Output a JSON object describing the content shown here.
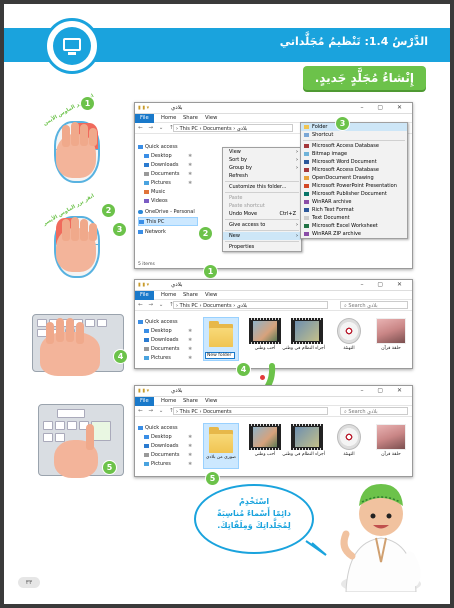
{
  "header": {
    "lesson_title": "الدَّرْسُ 1.4: تَنْظيمُ مُجَلَّداتي",
    "section_title": "إِنْشاءُ مُجَلَّدٍ جَديدٍ."
  },
  "hints": {
    "right_click_1": "انقر بزر الماوس الأيمن",
    "left_click_2": "انقر بزر الماوس الأيسر"
  },
  "step_numbers": [
    "1",
    "2",
    "3",
    "4",
    "5"
  ],
  "window1": {
    "title": "بلادي",
    "tabs": [
      "File",
      "Home",
      "Share",
      "View"
    ],
    "address": [
      "This PC",
      "Documents",
      "بلادي"
    ],
    "sidebar": [
      {
        "label": "Quick access",
        "icon": "star-icon"
      },
      {
        "label": "Desktop",
        "icon": "desktop-icon"
      },
      {
        "label": "Downloads",
        "icon": "download-icon"
      },
      {
        "label": "Documents",
        "icon": "documents-icon"
      },
      {
        "label": "Pictures",
        "icon": "pictures-icon"
      },
      {
        "label": "Music",
        "icon": "music-icon"
      },
      {
        "label": "Videos",
        "icon": "videos-icon"
      },
      {
        "label": "OneDrive - Personal",
        "icon": "cloud-icon"
      },
      {
        "label": "This PC",
        "icon": "pc-icon"
      },
      {
        "label": "Network",
        "icon": "network-icon"
      }
    ],
    "status": "5 items",
    "context_menu": {
      "view": "View",
      "sort_by": "Sort by",
      "group_by": "Group by",
      "refresh": "Refresh",
      "customize": "Customize this folder...",
      "paste": "Paste",
      "paste_shortcut": "Paste shortcut",
      "undo": "Undo Move",
      "undo_shortcut": "Ctrl+Z",
      "give_access": "Give access to",
      "new": "New",
      "properties": "Properties"
    },
    "new_submenu": [
      "Folder",
      "Shortcut",
      "Microsoft Access Database",
      "Bitmap image",
      "Microsoft Word Document",
      "Microsoft Access Database",
      "OpenDocument Drawing",
      "Microsoft PowerPoint Presentation",
      "Microsoft Publisher Document",
      "WinRAR archive",
      "Rich Text Format",
      "Text Document",
      "Microsoft Excel Worksheet",
      "WinRAR ZIP archive"
    ]
  },
  "window2": {
    "title": "بلادي",
    "tabs": [
      "File",
      "Home",
      "Share",
      "View"
    ],
    "address": [
      "This PC",
      "Documents",
      "بلادي"
    ],
    "search": "Search بلادي",
    "sidebar": [
      "Quick access",
      "Desktop",
      "Downloads",
      "Documents",
      "Pictures"
    ],
    "rename_value": "New folder",
    "items": [
      "أحب وطني",
      "أجزاء النظام في وطني",
      "التهنئة",
      "حلقة قرآن"
    ]
  },
  "window3": {
    "title": "بلادي",
    "tabs": [
      "File",
      "Home",
      "Share",
      "View"
    ],
    "address": [
      "This PC",
      "Documents"
    ],
    "search": "Search بلادي",
    "sidebar": [
      "Quick access",
      "Desktop",
      "Downloads",
      "Documents",
      "Pictures"
    ],
    "items": [
      "صوري من بلادي",
      "أحب وطني",
      "أجزاء النظام في وطني",
      "التهنئة",
      "حلقة قرآن"
    ]
  },
  "bubble": {
    "line1": "اسْتَخْدِمْ",
    "line2": "دائِمًا أَسْماءً مُناسِبَةً",
    "line3": "لِمُجَلَّداتِكَ وَمِلَفّاتِكَ."
  },
  "page_number": "٣٣",
  "colors": {
    "header": "#1aa3dd",
    "green": "#6cc24a",
    "folder": "#f0c452"
  }
}
